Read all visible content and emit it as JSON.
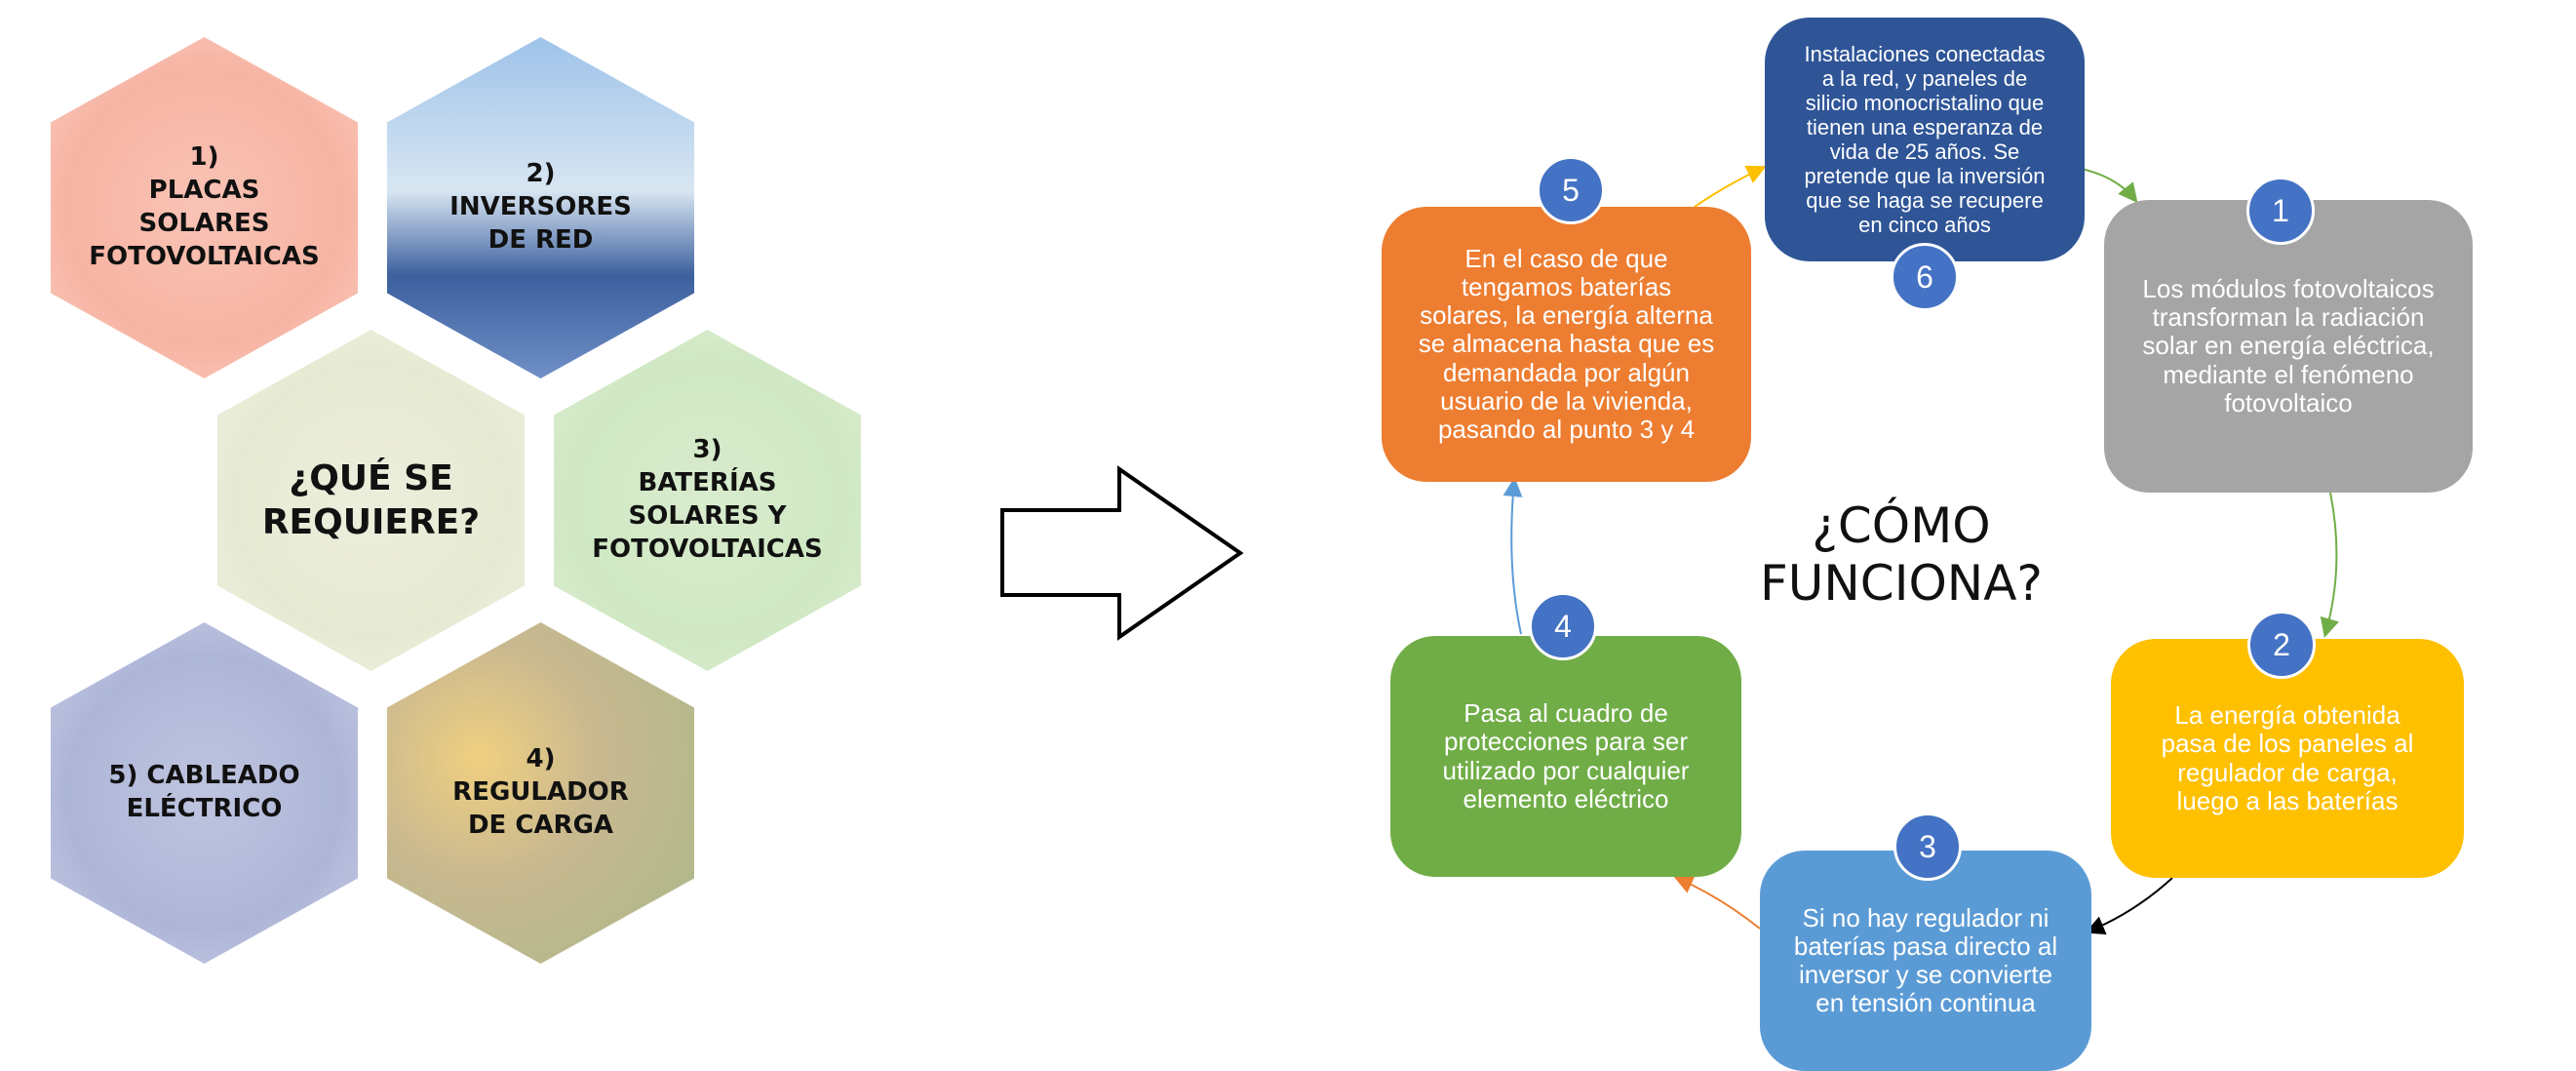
{
  "hexagons": {
    "placas": {
      "lines": [
        "1)",
        "PLACAS",
        "SOLARES",
        "FOTOVOLTAICAS"
      ],
      "color": "#f7b4a3"
    },
    "inversores": {
      "lines": [
        "2)",
        "INVERSORES",
        "DE RED"
      ],
      "color": "#8fb0d8"
    },
    "center": {
      "lines": [
        "¿QUÉ SE",
        "REQUIERE?"
      ],
      "color": "#e7ead3"
    },
    "baterias": {
      "lines": [
        "3)",
        "BATERÍAS",
        "SOLARES Y",
        "FOTOVOLTAICAS"
      ],
      "color": "#cfe7c2"
    },
    "cableado": {
      "lines": [
        "5) CABLEADO",
        "ELÉCTRICO"
      ],
      "color": "#aeb6d8"
    },
    "regulador": {
      "lines": [
        "4)",
        "REGULADOR",
        "DE CARGA"
      ],
      "color": "#d7c9a8"
    }
  },
  "center_title": [
    "¿CÓMO",
    "FUNCIONA?"
  ],
  "steps": {
    "s1": {
      "number": "1",
      "lines": [
        "Los módulos fotovoltaicos",
        "transforman la radiación",
        "solar en energía eléctrica,",
        "mediante el fenómeno",
        "fotovoltaico"
      ],
      "color": "#a5a5a5"
    },
    "s2": {
      "number": "2",
      "lines": [
        "La energía obtenida",
        "pasa  de los paneles al",
        "regulador de carga,",
        "luego a las baterías"
      ],
      "color": "#ffc000"
    },
    "s3": {
      "number": "3",
      "lines": [
        "Si no hay regulador ni",
        "baterías pasa directo al",
        "inversor y se convierte",
        "en tensión continua"
      ],
      "color": "#5b9bd5"
    },
    "s4": {
      "number": "4",
      "lines": [
        "Pasa al cuadro de",
        "protecciones para ser",
        "utilizado por cualquier",
        "elemento eléctrico"
      ],
      "color": "#70ad47"
    },
    "s5": {
      "number": "5",
      "lines": [
        "En el caso de que",
        "tengamos baterías",
        "solares, la energía alterna",
        "se almacena hasta que es",
        "demandada por algún",
        "usuario de la vivienda,",
        "pasando al punto 3 y 4"
      ],
      "color": "#ed7d31"
    },
    "s6": {
      "number": "6",
      "lines": [
        "Instalaciones conectadas",
        "a la red, y paneles de",
        "silicio monocristalino que",
        "tienen una esperanza de",
        "vida de 25 años. Se",
        "pretende que la inversión",
        "que se haga se recupere",
        "en cinco años"
      ],
      "color": "#2f5597"
    }
  },
  "arrow_colors": {
    "s6_to_s1": "#70ad47",
    "s1_to_s2": "#70ad47",
    "s2_to_s3": "#000000",
    "s3_to_s4": "#ed7d31",
    "s4_to_s5": "#5b9bd5",
    "s5_to_s6": "#ffc000"
  },
  "badge_color": "#4472c4"
}
